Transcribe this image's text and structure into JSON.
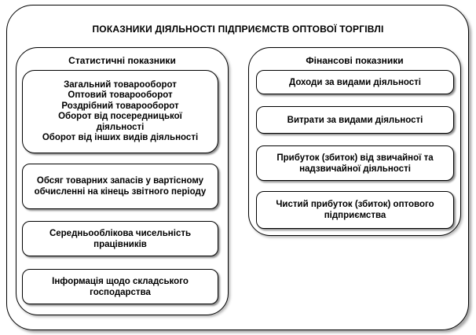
{
  "diagram": {
    "title": "ПОКАЗНИКИ ДІЯЛЬНОСТІ ПІДПРИЄМСТВ ОПТОВОЇ ТОРГІВЛІ",
    "statistical": {
      "title": "Статистичні показники",
      "turnover_list": [
        "Загальний товарооборот",
        "Оптовий товарооборот",
        "Роздрібний товарооборот",
        "Оборот від посередницької діяльності",
        "Оборот від інших видів діяльності"
      ],
      "inventory": "Обсяг товарних запасів у вартісному обчисленні на кінець звітного періоду",
      "headcount": "Середньооблікова чисельність працівників",
      "warehouse": "Інформація щодо складського господарства"
    },
    "financial": {
      "title": "Фінансові показники",
      "items": [
        "Доходи за видами діяльності",
        "Витрати за видами діяльності",
        "Прибуток (збиток) від звичайної та надзвичайної діяльності",
        "Чистий прибуток (збиток) оптового підприємства"
      ]
    }
  }
}
